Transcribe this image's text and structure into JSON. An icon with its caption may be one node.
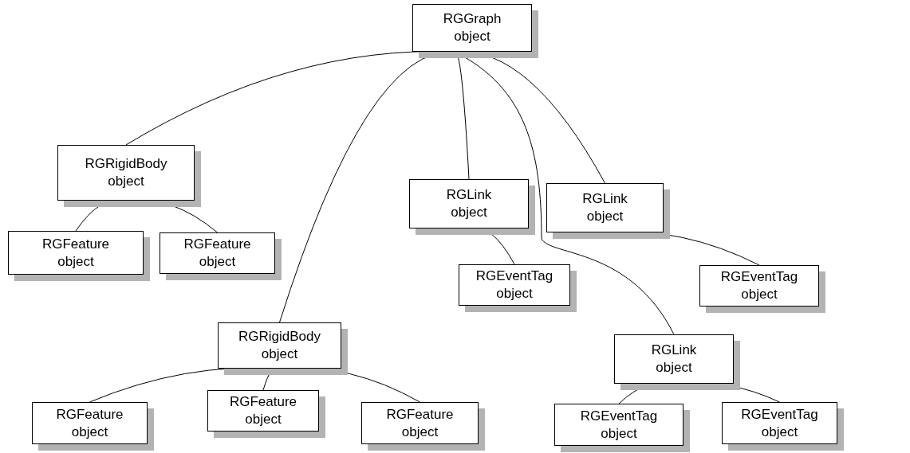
{
  "diagram": {
    "nodes": [
      {
        "text": [
          "RGGraph object"
        ]
      },
      {
        "text": [
          "RGRigidBody object"
        ]
      },
      {
        "text": [
          "RGFeature object"
        ]
      },
      {
        "text": [
          "RGFeature object"
        ]
      },
      {
        "text": [
          "RGLink object"
        ]
      },
      {
        "text": [
          "RGEventTag object"
        ]
      },
      {
        "text": [
          "RGLink object"
        ]
      },
      {
        "text": [
          "RGEventTag object"
        ]
      },
      {
        "text": [
          "RGRigidBody object"
        ]
      },
      {
        "text": [
          "RGFeature object"
        ]
      },
      {
        "text": [
          "RGFeature object"
        ]
      },
      {
        "text": [
          "RGFeature object"
        ]
      },
      {
        "text": [
          "RGLink object"
        ]
      },
      {
        "text": [
          "RGEventTag object"
        ]
      },
      {
        "text": [
          "RGEventTag object"
        ]
      }
    ],
    "edges": [
      {
        "from": 0,
        "to": 1,
        "arrow": "none"
      },
      {
        "from": 0,
        "to": 8,
        "arrow": "none"
      },
      {
        "from": 0,
        "to": 4,
        "arrow": "none"
      },
      {
        "from": 0,
        "to": 12,
        "arrow": "none"
      },
      {
        "from": 0,
        "to": 6,
        "arrow": "none"
      },
      {
        "from": 1,
        "to": 2,
        "arrow": "none"
      },
      {
        "from": 1,
        "to": 3,
        "arrow": "none"
      },
      {
        "from": 4,
        "to": 5,
        "arrow": "none"
      },
      {
        "from": 6,
        "to": 7,
        "arrow": "none"
      },
      {
        "from": 8,
        "to": 9,
        "arrow": "none"
      },
      {
        "from": 8,
        "to": 10,
        "arrow": "none"
      },
      {
        "from": 8,
        "to": 11,
        "arrow": "none"
      },
      {
        "from": 12,
        "to": 13,
        "arrow": "none"
      },
      {
        "from": 12,
        "to": 14,
        "arrow": "none"
      }
    ]
  }
}
